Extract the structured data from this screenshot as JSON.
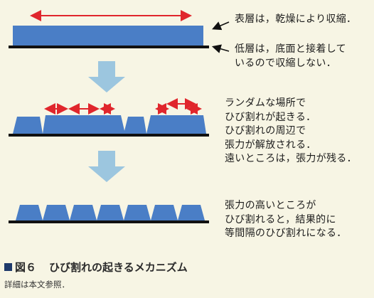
{
  "descriptions": {
    "stage1_surface": "表層は，乾燥により収縮．",
    "stage1_bottom": "低層は，底面と接着して\nいるので収縮しない．",
    "stage2": "ランダムな場所で\nひび割れが起きる．\nひび割れの周辺で\n張力が解放される．\n遠いところは，張力が残る．",
    "stage3": "張力の高いところが\nひび割れると，結果的に\n等間隔のひび割れになる．"
  },
  "caption": {
    "figure": "図６",
    "title": "ひび割れの起きるメカニズム"
  },
  "note": "詳細は本文参照．",
  "colors": {
    "background": "#f7f5e4",
    "layer": "#4a7ec6",
    "base": "#111111",
    "arrow_red": "#e0262c",
    "down_arrow": "#9cc6df",
    "caption_square": "#1f3a6b"
  }
}
